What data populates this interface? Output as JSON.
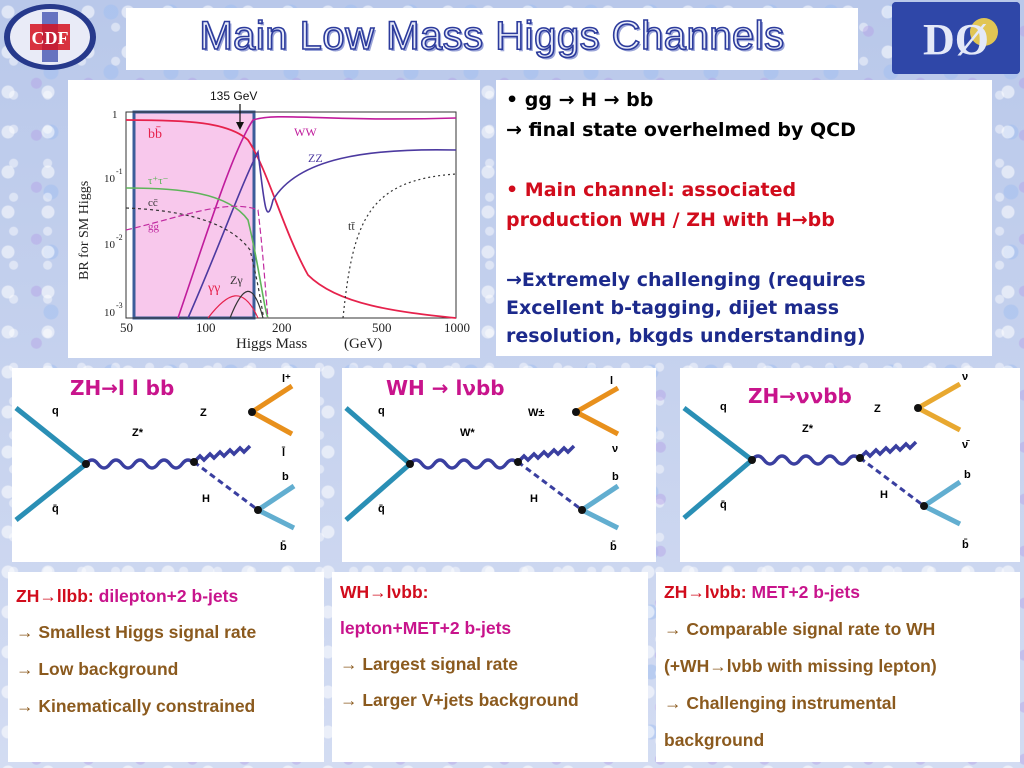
{
  "header": {
    "title": "Main Low Mass Higgs Channels",
    "left_logo": "CDF",
    "right_logo": "DØ"
  },
  "plot": {
    "annotation": "135 GeV",
    "ylabel": "BR for SM Higgs",
    "xlabel": "Higgs Mass",
    "xunit": "(GeV)",
    "xticks": [
      "50",
      "100",
      "200",
      "500",
      "1000"
    ],
    "yticks": [
      "1",
      "10",
      "-1",
      "10",
      "-2",
      "10",
      "-3"
    ],
    "curve_labels": {
      "bb": "bb̄",
      "ww": "WW",
      "zz": "ZZ",
      "tautau": "τ⁺τ⁻",
      "cc": "cc̄",
      "gg": "gg",
      "tt": "tt̄",
      "gammagamma": "γγ",
      "zgamma": "Zγ"
    }
  },
  "bullets": {
    "b1_bullet": "•",
    "b1_line1": "gg → H → bb",
    "b1_line2": "→ final state overhelmed by QCD",
    "b2_bullet": "•",
    "b2_line1": "Main channel: associated",
    "b2_line2": "production WH / ZH with H→bb",
    "b3_line1": "→Extremely challenging (requires",
    "b3_line2": "Excellent b-tagging, dijet mass",
    "b3_line3": "resolution, bkgds understanding)"
  },
  "diagrams": [
    {
      "title": "ZH→l l bb",
      "q": "q",
      "qbar": "q̄",
      "boson": "Z*",
      "v": "Z",
      "h": "H",
      "f1": "l⁺",
      "f2": "l̄",
      "b1": "b",
      "b2": "b̄"
    },
    {
      "title": "WH → lνbb",
      "q": "q",
      "qbar": "q̄",
      "boson": "W*",
      "v": "W±",
      "h": "H",
      "f1": "l",
      "f2": "ν",
      "b1": "b",
      "b2": "b̄"
    },
    {
      "title": "ZH→ννbb",
      "q": "q",
      "qbar": "q̄",
      "boson": "Z*",
      "v": "Z",
      "h": "H",
      "f1": "ν",
      "f2": "ν̄",
      "b1": "b",
      "b2": "b̄"
    }
  ],
  "descriptions": {
    "zh_llbb": {
      "head_a": "ZH→llbb:",
      "head_b": "dilepton+2 b-jets",
      "l1": "→ Smallest Higgs signal rate",
      "l2": "→ Low background",
      "l3": "→ Kinematically constrained"
    },
    "wh_lvbb": {
      "head_a": "WH→lνbb:",
      "head_b": "lepton+MET+2 b-jets",
      "l1": "→ Largest signal rate",
      "l2": "→ Larger V+jets background"
    },
    "zh_vvbb": {
      "head_a": "ZH→lνbb:",
      "head_b": "MET+2 b-jets",
      "l1": "→ Comparable signal rate to WH",
      "l2": "(+WH→lνbb with missing lepton)",
      "l3": "→ Challenging instrumental",
      "l4": "background"
    }
  },
  "colors": {
    "title_outline": "#2c3b9c",
    "red": "#d10c1c",
    "magenta": "#c8148c",
    "brown": "#8b5a1e",
    "quark": "#2a8fb5",
    "boson": "#3a3fa0",
    "lepton": "#e8901c",
    "bquark": "#62aed0"
  }
}
